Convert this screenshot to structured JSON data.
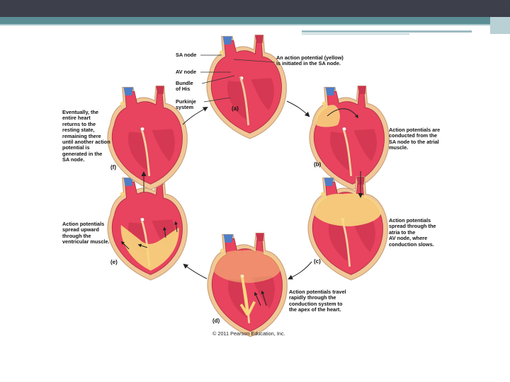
{
  "labels": {
    "sa_node": "SA node",
    "av_node": "AV node",
    "bundle_his": "Bundle\nof His",
    "purkinje": "Purkinje\nsystem"
  },
  "steps": {
    "a": {
      "letter": "(a)",
      "text": "An action potential (yellow)\nis initiated in the SA node."
    },
    "b": {
      "letter": "(b)",
      "text": "Action potentials are\nconducted from the\nSA node to the atrial\nmuscle."
    },
    "c": {
      "letter": "(c)",
      "text": "Action potentials\nspread through the\natria to the\nAV node, where\nconduction slows."
    },
    "d": {
      "letter": "(d)",
      "text": "Action potentials travel\nrapidly through the\nconduction system to\nthe apex of the heart."
    },
    "e": {
      "letter": "(e)",
      "text": "Action potentials\nspread upward\nthrough the\nventricular muscle."
    },
    "f": {
      "letter": "(f)",
      "text": "Eventually, the\nentire heart\nreturns to the\nresting state,\nremaining there\nuntil another action\npotential is\ngenerated in the\nSA node."
    }
  },
  "copyright": "© 2011 Pearson Education, Inc.",
  "colors": {
    "muscle": "#e8435f",
    "muscle_dark": "#b0283f",
    "outline": "#c8a27a",
    "pericardium": "#f1c797",
    "yellow": "#f7d77e",
    "vessel_blue": "#4e7ec8"
  }
}
